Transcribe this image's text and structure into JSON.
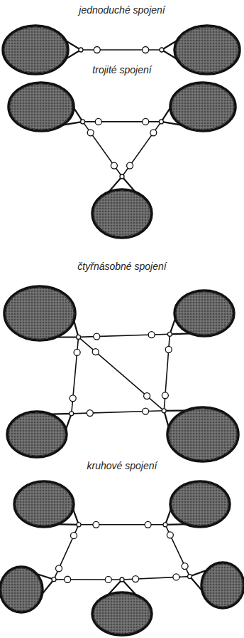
{
  "diagram": {
    "labels": [
      "jednoduché spojení",
      "trojité spojení",
      "čtyřnásobné spojení",
      "kruhové spojení"
    ]
  }
}
